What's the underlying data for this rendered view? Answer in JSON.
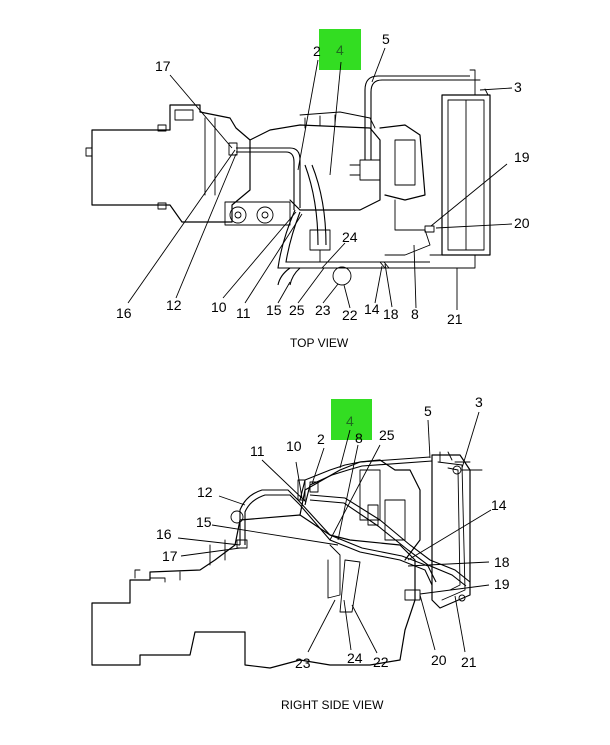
{
  "views": {
    "top": {
      "caption": "TOP VIEW",
      "callouts": [
        "2",
        "4",
        "5",
        "3",
        "17",
        "19",
        "20",
        "24",
        "16",
        "12",
        "10",
        "11",
        "15",
        "25",
        "23",
        "22",
        "14",
        "18",
        "8",
        "21"
      ]
    },
    "side": {
      "caption": "RIGHT SIDE VIEW",
      "callouts": [
        "4",
        "3",
        "5",
        "2",
        "8",
        "25",
        "11",
        "10",
        "12",
        "14",
        "15",
        "16",
        "17",
        "18",
        "19",
        "23",
        "24",
        "22",
        "20",
        "21"
      ]
    }
  },
  "colors": {
    "highlight": "#33dd22",
    "highlight_text": "#1f6b1f",
    "line": "#000000"
  }
}
